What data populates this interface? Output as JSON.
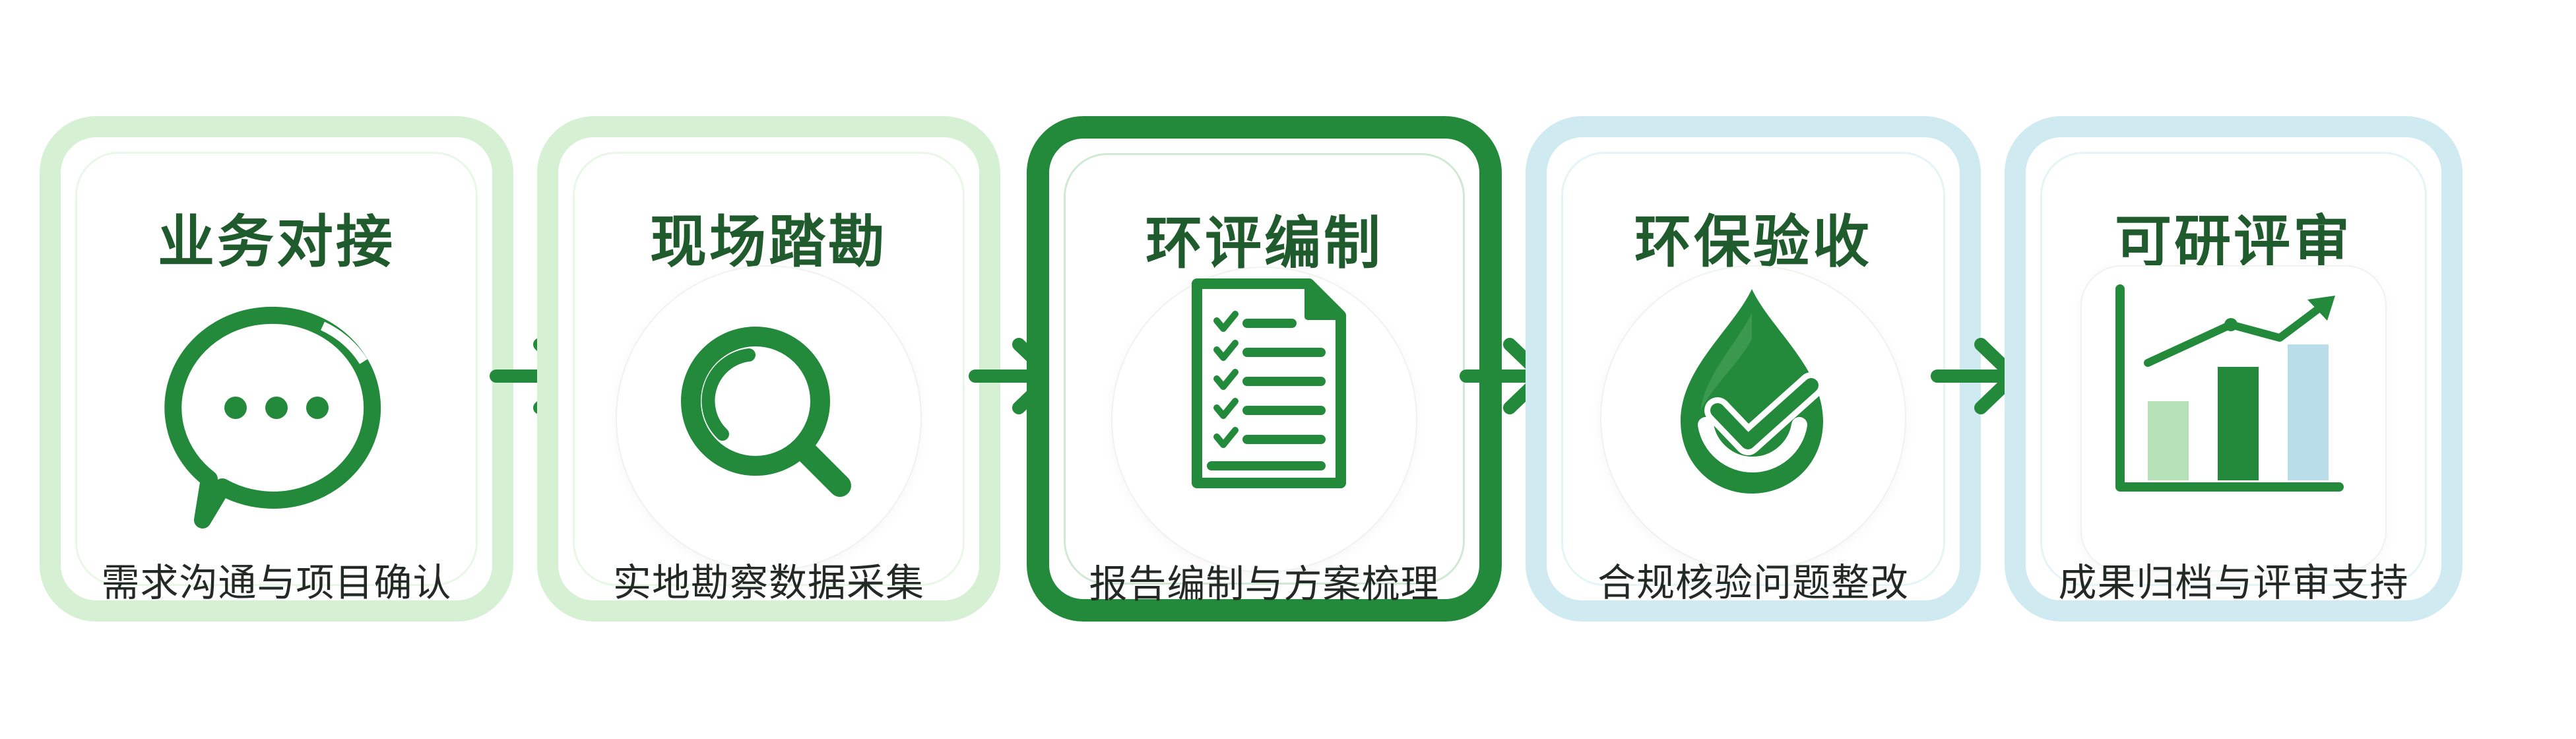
{
  "steps": [
    {
      "title": "业务对接",
      "subtitle": "需求沟通与项目确认",
      "icon": "chat-bubble-icon"
    },
    {
      "title": "现场踏勘",
      "subtitle": "实地勘察数据采集",
      "icon": "magnifier-icon"
    },
    {
      "title": "环评编制",
      "subtitle": "报告编制与方案梳理",
      "icon": "checklist-document-icon"
    },
    {
      "title": "环保验收",
      "subtitle": "合规核验问题整改",
      "icon": "water-drop-check-icon"
    },
    {
      "title": "可研评审",
      "subtitle": "成果归档与评审支持",
      "icon": "bar-chart-growth-icon"
    }
  ],
  "colors": {
    "dark_green": "#238a3c",
    "pale_green": "#d6f0d4",
    "pale_blue": "#cfeaf0",
    "title_green": "#1f5b2c"
  }
}
